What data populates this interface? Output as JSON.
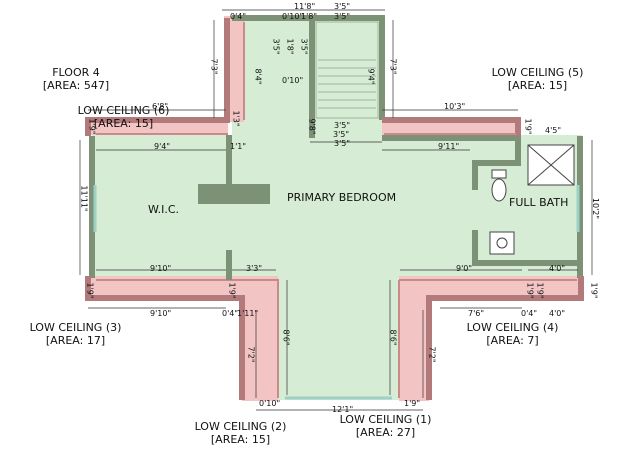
{
  "floor": {
    "name": "FLOOR 4",
    "area": "[AREA: 547]"
  },
  "rooms": {
    "primary_bedroom": "PRIMARY BEDROOM",
    "wic": "W.I.C.",
    "full_bath": "FULL BATH"
  },
  "low_ceilings": [
    {
      "id": "lc1",
      "name": "LOW CEILING (1)",
      "area": "[AREA: 27]"
    },
    {
      "id": "lc2",
      "name": "LOW CEILING (2)",
      "area": "[AREA: 15]"
    },
    {
      "id": "lc3",
      "name": "LOW CEILING (3)",
      "area": "[AREA: 17]"
    },
    {
      "id": "lc4",
      "name": "LOW CEILING (4)",
      "area": "[AREA: 7]"
    },
    {
      "id": "lc5",
      "name": "LOW CEILING (5)",
      "area": "[AREA: 15]"
    },
    {
      "id": "lc6",
      "name": "LOW CEILING (6)",
      "area": "[AREA: 15]"
    }
  ],
  "dimensions": {
    "top_total": "11'8\"",
    "top_a": "0'4\"",
    "top_b": "0'10\"",
    "top_c": "1'8\"",
    "top_d": "3'5\"",
    "stair_a": "3'5\"",
    "stair_b": "3'5\"",
    "stair_c": "1'8\"",
    "stair_d": "0'10\"",
    "stair_e": "3'5\"",
    "stair_f": "3'5\"",
    "left_7_3": "7'3\"",
    "left_8_4": "8'4\"",
    "right_7_3": "7'3\"",
    "right_9_4": "9'4\"",
    "ur_10_3": "10'3\"",
    "ul_6_8": "6'8\"",
    "ul_9_4": "9'4\"",
    "ul_1_1": "1'1\"",
    "ul_1_3": "1'3\"",
    "ul_1_9": "1'9\"",
    "mid_9_11": "9'11\"",
    "bath_4_5": "4'5\"",
    "bath_1_9": "1'9\"",
    "right_10_2": "10'2\"",
    "left_11_11": "11'11\"",
    "l_9_10_a": "9'10\"",
    "l_9_10_b": "9'10\"",
    "l_3_3": "3'3\"",
    "l_1_9": "1'9\"",
    "l_0_4": "0'4\"",
    "l_1_11": "1'11\"",
    "r_9_0": "9'0\"",
    "r_4_0_a": "4'0\"",
    "r_7_6": "7'6\"",
    "r_0_4": "0'4\"",
    "r_4_0_b": "4'0\"",
    "r_1_9": "1'9\"",
    "bl_1_9": "1'9\"",
    "br_1_9": "1'9\"",
    "b_8_6_a": "8'6\"",
    "b_8_6_b": "8'6\"",
    "b_7_2_a": "7'2\"",
    "b_7_2_b": "7'2\"",
    "bot_12_1": "12'1\"",
    "bot_0_10": "0'10\"",
    "bot_1_9": "1'9\"",
    "c_3_5": "3'5\"",
    "c_9_8": "9'8\""
  },
  "colors": {
    "floor": "#d6ecd4",
    "wall": "#7d9177",
    "low_ceiling": "#f3c4c4",
    "low_wall": "#b27a7a",
    "dim_line": "#333333"
  }
}
